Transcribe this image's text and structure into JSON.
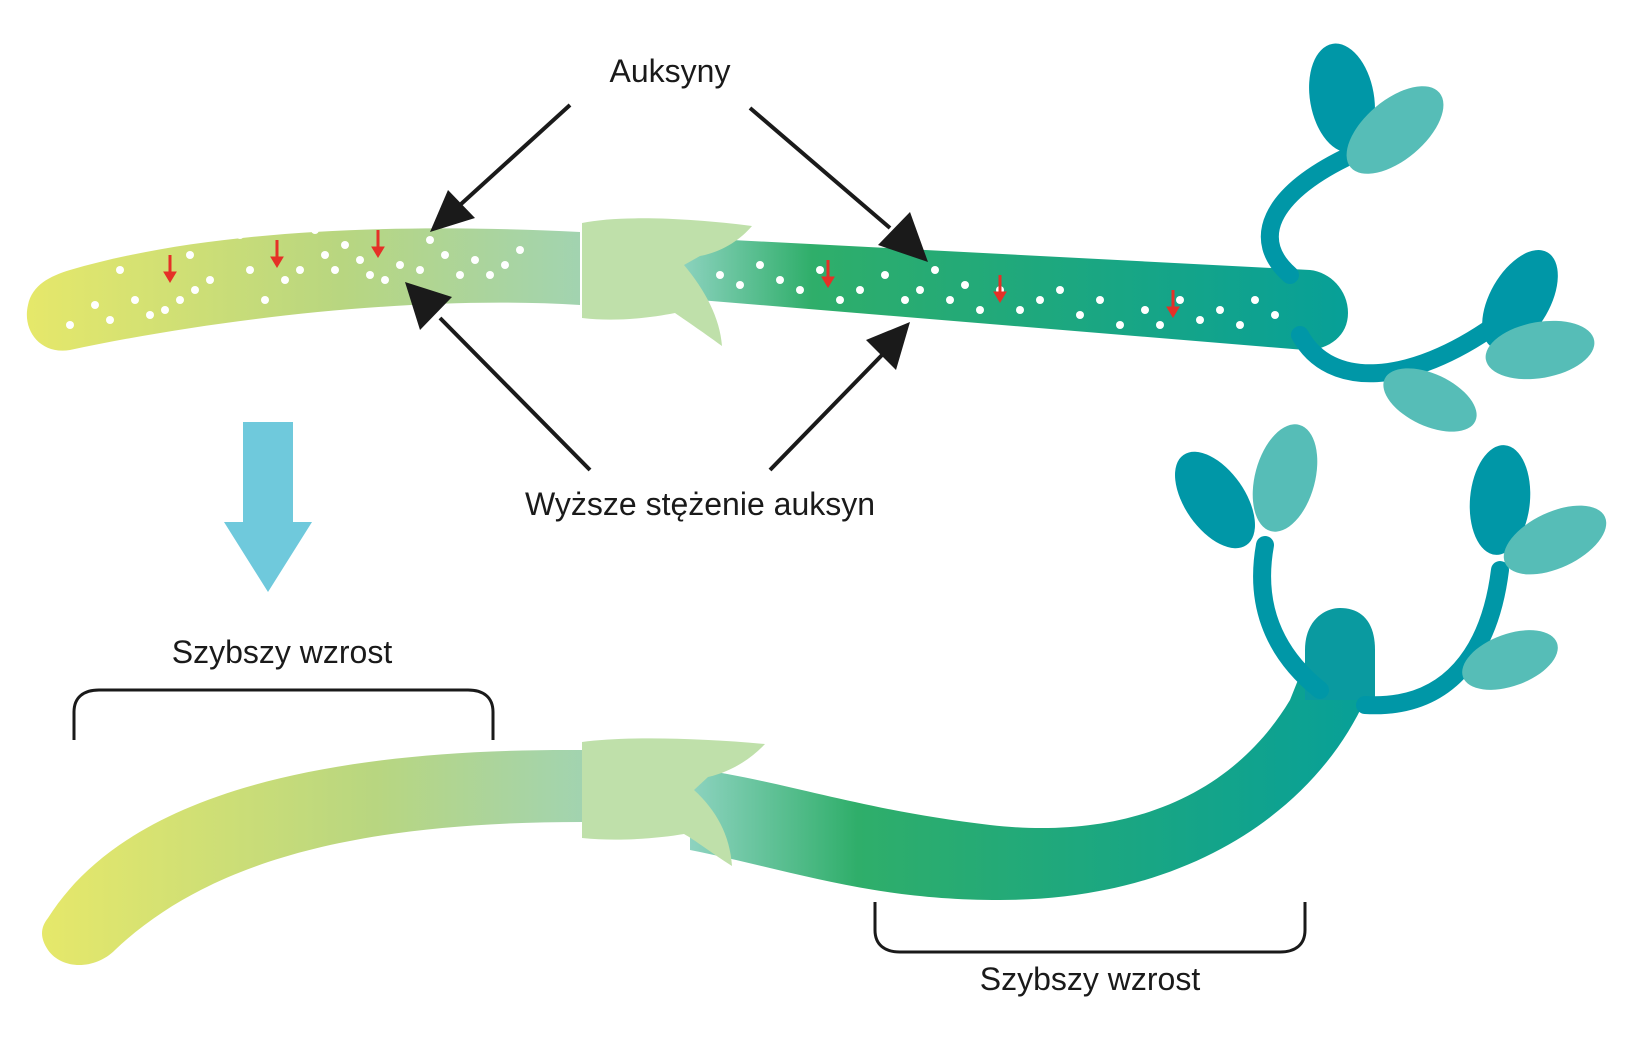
{
  "labels": {
    "auxins": "Auksyny",
    "higher_concentration": "Wyższe stężenie auksyn",
    "faster_growth_left": "Szybszy wzrost",
    "faster_growth_right": "Szybszy wzrost"
  },
  "colors": {
    "yellow": "#e6e86a",
    "light_green": "#b3d47c",
    "mid_green": "#2fae6a",
    "teal": "#08a097",
    "dark_teal": "#0097a7",
    "leaf_light": "#56bdb7",
    "seed_pale": "#bfe0aa",
    "down_arrow": "#6fc9dc",
    "red_arrow": "#e53027"
  }
}
